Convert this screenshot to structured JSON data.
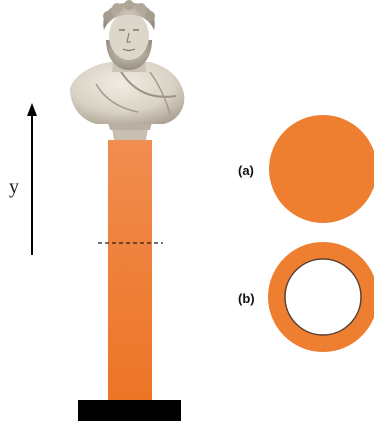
{
  "axis": {
    "label": "y"
  },
  "cross_sections": [
    {
      "label": "(a)",
      "shape": "solid-circle"
    },
    {
      "label": "(b)",
      "shape": "hollow-ring"
    }
  ],
  "colors": {
    "column_fill": "#ef7d2e",
    "section_fill": "#ee7f30",
    "base": "#000000",
    "marble": "#d8d2c6",
    "cut_line": "#222222"
  },
  "icons": {
    "bust": "marble-bust-icon",
    "arrow": "arrow-up-icon"
  }
}
